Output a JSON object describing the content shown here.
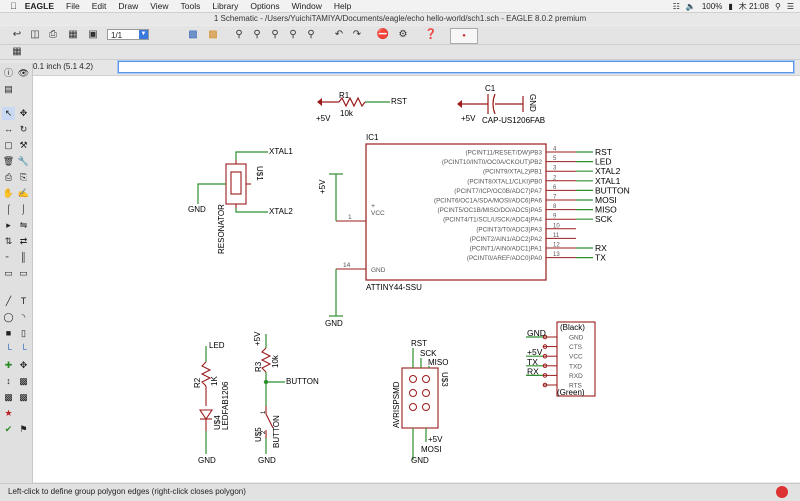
{
  "menubar": {
    "app": "EAGLE",
    "items": [
      "File",
      "Edit",
      "Draw",
      "View",
      "Tools",
      "Library",
      "Options",
      "Window",
      "Help"
    ],
    "battery": "100%",
    "clock": "木 21:08"
  },
  "window": {
    "title": "1 Schematic - /Users/YuichiTAMIYA/Documents/eagle/echo hello-world/sch1.sch - EAGLE 8.0.2 premium"
  },
  "toolbar": {
    "sheet": "1/1"
  },
  "command": {
    "grid_readout": "0.1 inch (5.1 4.2)",
    "value": ""
  },
  "status": {
    "text": "Left-click to define group polygon edges (right-click closes polygon)"
  },
  "schematic": {
    "ic1": {
      "name": "IC1",
      "value": "ATTINY44-SSU",
      "vcc": "VCC",
      "gnd": "GND",
      "pin_plus": "+",
      "left_pins": [
        {
          "num": "1",
          "label": "VCC"
        },
        {
          "num": "14",
          "label": "GND"
        }
      ],
      "right_pins": [
        {
          "label": "(PCINT11/RESET/DW)PB3",
          "num": "4",
          "net": "RST"
        },
        {
          "label": "(PCINT10/INT0/OC0A/CKOUT)PB2",
          "num": "5",
          "net": "LED"
        },
        {
          "label": "(PCINT9/XTAL2)PB1",
          "num": "3",
          "net": "XTAL2"
        },
        {
          "label": "(PCINT8/XTAL1/CLKI)PB0",
          "num": "2",
          "net": "XTAL1"
        },
        {
          "label": "(PCINT7/ICP/OC0B/ADC7)PA7",
          "num": "6",
          "net": "BUTTON"
        },
        {
          "label": "(PCINT6/OC1A/SDA/MOSI/ADC6)PA6",
          "num": "7",
          "net": "MOSI"
        },
        {
          "label": "(PCINT5/OC1B/MISO/DO/ADC5)PA5",
          "num": "8",
          "net": "MISO"
        },
        {
          "label": "(PCINT4/T1/SCL/USCK/ADC4)PA4",
          "num": "9",
          "net": "SCK"
        },
        {
          "label": "(PCINT3/T0/ADC3)PA3",
          "num": "10",
          "net": ""
        },
        {
          "label": "(PCINT2/AIN1/ADC2)PA2",
          "num": "11",
          "net": ""
        },
        {
          "label": "(PCINT1/AIN0/ADC1)PA1",
          "num": "12",
          "net": "RX"
        },
        {
          "label": "(PCINT0/AREF/ADC0)PA0",
          "num": "13",
          "net": "TX"
        }
      ]
    },
    "r1": {
      "name": "R1",
      "value": "10k",
      "supply": "+5V",
      "net": "RST"
    },
    "c1": {
      "name": "C1",
      "value": "CAP-US1206FAB",
      "supply": "+5V",
      "gnd": "GND"
    },
    "u1": {
      "name": "U$1",
      "value": "RESONATOR",
      "net_top": "XTAL1",
      "net_bottom": "XTAL2",
      "gnd": "GND"
    },
    "ic1_supply": {
      "vcc": "+5V",
      "gnd": "GND"
    },
    "led_group": {
      "net": "LED",
      "r_name": "R2",
      "r_value": "1K",
      "led_name": "U$4",
      "led_value": "LEDFAB1206",
      "gnd": "GND"
    },
    "button_group": {
      "supply": "+5V",
      "r_name": "R3",
      "r_value": "10k",
      "net": "BUTTON",
      "sw_name": "U$5",
      "sw_value": "BUTTON",
      "pin1": "1",
      "pin2": "2",
      "gnd": "GND"
    },
    "avr": {
      "name": "U$3",
      "value": "AVRISPSMD",
      "nets": [
        "RST",
        "SCK",
        "MISO"
      ],
      "supply": "+5V",
      "mosi": "MOSI",
      "gnd": "GND"
    },
    "ftdi": {
      "header_top": "(Black)",
      "header_bottom": "(Green)",
      "pins": [
        "GND",
        "CTS",
        "VCC",
        "TXD",
        "RXD",
        "RTS"
      ],
      "nets": [
        "GND",
        "",
        "+5V",
        "TX",
        "RX",
        ""
      ]
    }
  }
}
